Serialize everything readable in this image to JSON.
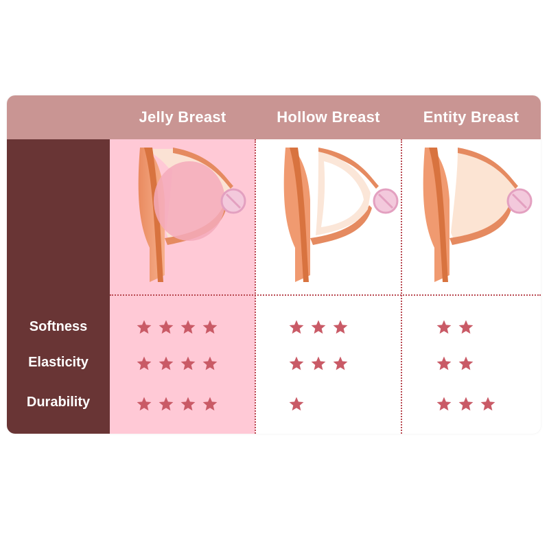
{
  "colors": {
    "header_bg": "#c99593",
    "label_col_bg": "#693535",
    "jelly_col_bg": "#ffc9d6",
    "star": "#c95a66",
    "separator": "#b8474f"
  },
  "columns": [
    {
      "key": "jelly",
      "title": "Jelly Breast",
      "ratings": {
        "softness": 4,
        "elasticity": 4,
        "durability": 4
      }
    },
    {
      "key": "hollow",
      "title": "Hollow Breast",
      "ratings": {
        "softness": 3,
        "elasticity": 3,
        "durability": 1
      }
    },
    {
      "key": "entity",
      "title": "Entity Breast",
      "ratings": {
        "softness": 2,
        "elasticity": 2,
        "durability": 3
      }
    }
  ],
  "rows": [
    {
      "key": "softness",
      "label": "Softness"
    },
    {
      "key": "elasticity",
      "label": "Elasticity"
    },
    {
      "key": "durability",
      "label": "Durability"
    }
  ],
  "icons": [
    "star-icon",
    "breast-cross-section-illustration",
    "nipple-icon"
  ]
}
